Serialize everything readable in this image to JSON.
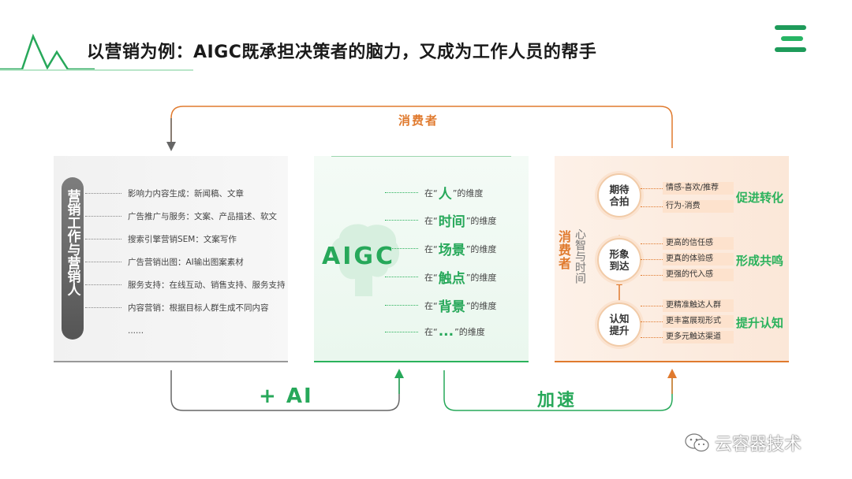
{
  "slide": {
    "title": "以营销为例：AIGC既承担决策者的脑力，又成为工作人员的帮手"
  },
  "top_label": "消费者",
  "left_panel": {
    "pill": "营销工作与营销人",
    "items": [
      "影响力内容生成：新闻稿、文章",
      "广告推广与服务：文案、产品描述、软文",
      "搜索引擎营销SEM：文案写作",
      "广告营销出图：AI输出图案素材",
      "服务支持：在线互动、销售支持、服务支持",
      "内容营销：根据目标人群生成不同内容",
      "......"
    ]
  },
  "middle_panel": {
    "center_label": "AIGC",
    "dimensions": [
      {
        "prefix": "在“",
        "key": "人",
        "suffix": "”的维度"
      },
      {
        "prefix": "在“",
        "key": "时间",
        "suffix": "”的维度"
      },
      {
        "prefix": "在“",
        "key": "场景",
        "suffix": "”的维度"
      },
      {
        "prefix": "在“",
        "key": "触点",
        "suffix": "”的维度"
      },
      {
        "prefix": "在“",
        "key": "背景",
        "suffix": "”的维度"
      },
      {
        "prefix": "在“",
        "key": "...",
        "suffix": "”的维度"
      }
    ]
  },
  "right_panel": {
    "side_label": "消费者",
    "side_sublabel": "心智与时间",
    "stages": [
      {
        "name": "期待合拍",
        "tags": [
          "情感-喜欢/推荐",
          "行为-消费"
        ],
        "outcome": "促进转化"
      },
      {
        "name": "形象到达",
        "tags": [
          "更高的信任感",
          "更真的体验感",
          "更强的代入感"
        ],
        "outcome": "形成共鸣"
      },
      {
        "name": "认知提升",
        "tags": [
          "更精准触达人群",
          "更丰富展现形式",
          "更多元触达渠道"
        ],
        "outcome": "提升认知"
      }
    ]
  },
  "bottom_labels": {
    "plus_ai": "+ AI",
    "speedup": "加速"
  },
  "watermark": "云容器技术",
  "colors": {
    "green": "#27a85a",
    "orange": "#e07a2e",
    "gray": "#666666"
  }
}
